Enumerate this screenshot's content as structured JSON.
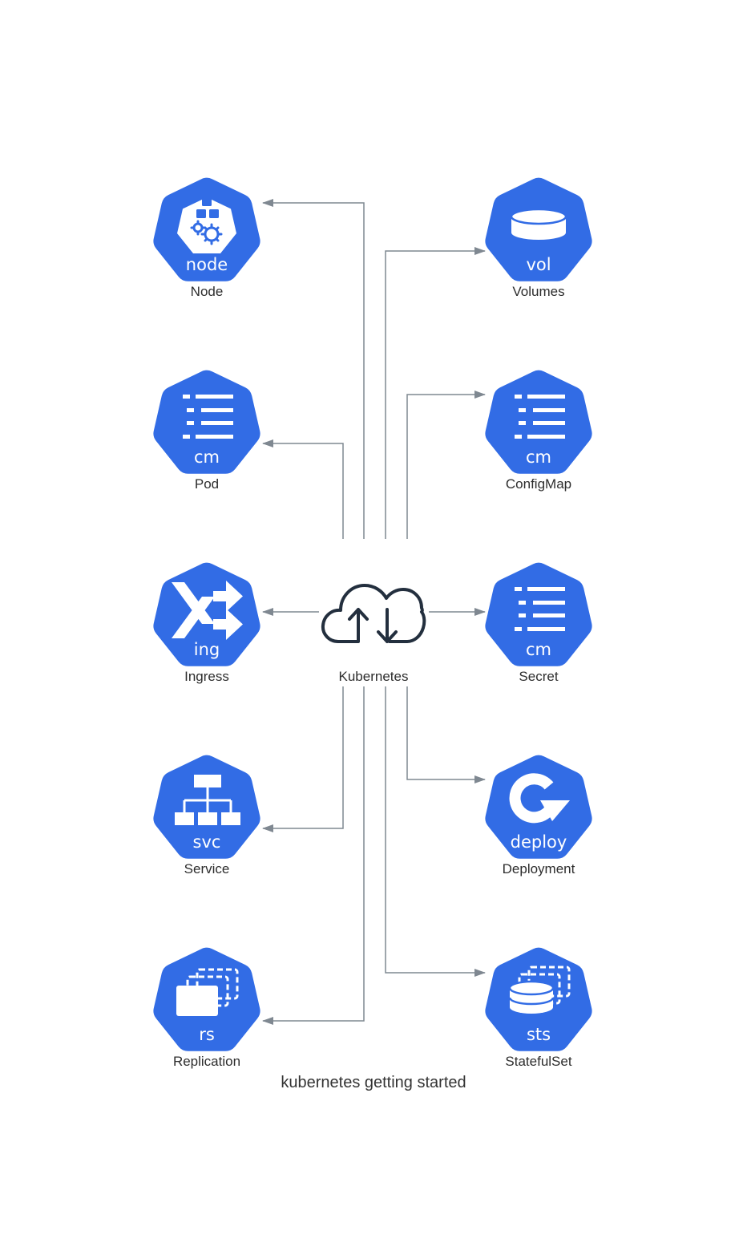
{
  "diagram": {
    "caption": "kubernetes getting started",
    "center": {
      "label": "Kubernetes",
      "icon": "cloud-upload-download-icon"
    },
    "nodes": [
      {
        "id": "node",
        "label": "Node",
        "badge": "node",
        "icon": "node-cubes-gears-icon"
      },
      {
        "id": "pod",
        "label": "Pod",
        "badge": "cm",
        "icon": "list-icon"
      },
      {
        "id": "ingress",
        "label": "Ingress",
        "badge": "ing",
        "icon": "shuffle-arrows-icon"
      },
      {
        "id": "service",
        "label": "Service",
        "badge": "svc",
        "icon": "network-tree-icon"
      },
      {
        "id": "replication",
        "label": "Replication",
        "badge": "rs",
        "icon": "stacked-boxes-icon"
      },
      {
        "id": "volumes",
        "label": "Volumes",
        "badge": "vol",
        "icon": "disk-cylinder-icon"
      },
      {
        "id": "configmap",
        "label": "ConfigMap",
        "badge": "cm",
        "icon": "list-icon"
      },
      {
        "id": "secret",
        "label": "Secret",
        "badge": "cm",
        "icon": "list-icon"
      },
      {
        "id": "deployment",
        "label": "Deployment",
        "badge": "deploy",
        "icon": "rotate-arrow-icon"
      },
      {
        "id": "statefulset",
        "label": "StatefulSet",
        "badge": "sts",
        "icon": "stacked-database-icon"
      }
    ],
    "edges": [
      {
        "from": "center",
        "to": "node"
      },
      {
        "from": "center",
        "to": "pod"
      },
      {
        "from": "center",
        "to": "ingress"
      },
      {
        "from": "center",
        "to": "service"
      },
      {
        "from": "center",
        "to": "replication"
      },
      {
        "from": "center",
        "to": "volumes"
      },
      {
        "from": "center",
        "to": "configmap"
      },
      {
        "from": "center",
        "to": "secret"
      },
      {
        "from": "center",
        "to": "deployment"
      },
      {
        "from": "center",
        "to": "statefulset"
      }
    ]
  },
  "colors": {
    "k8s_blue": "#326ce5",
    "edge": "#7f8891",
    "icon_dark": "#232f3e",
    "text": "#2d2d2d"
  }
}
